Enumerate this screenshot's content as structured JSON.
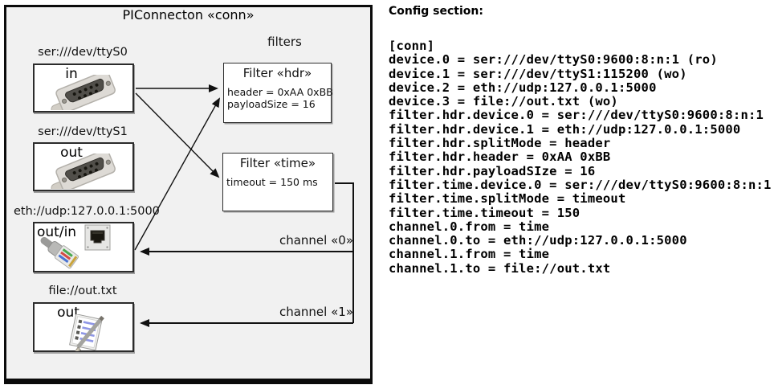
{
  "diagram": {
    "title": "PIConnecton «conn»",
    "filters_title": "filters",
    "devices": [
      {
        "label": "ser:///dev/ttyS0",
        "direction": "in",
        "icon": "serial-connector-icon"
      },
      {
        "label": "ser:///dev/ttyS1",
        "direction": "out",
        "icon": "serial-connector-icon"
      },
      {
        "label": "eth://udp:127.0.0.1:5000",
        "direction": "out/in",
        "icon": "ethernet-connector-icon"
      },
      {
        "label": "file://out.txt",
        "direction": "out",
        "icon": "notepad-file-icon"
      }
    ],
    "filters": [
      {
        "title": "Filter «hdr»",
        "attributes": [
          "header = 0xAA 0xBB",
          "payloadSize = 16"
        ]
      },
      {
        "title": "Filter «time»",
        "attributes": [
          "timeout = 150 ms"
        ]
      }
    ],
    "channels": [
      {
        "label": "channel «0»"
      },
      {
        "label": "channel «1»"
      }
    ]
  },
  "config": {
    "heading": "Config section:",
    "lines": [
      "[conn]",
      "device.0 = ser:///dev/ttyS0:9600:8:n:1 (ro)",
      "device.1 = ser:///dev/ttyS1:115200 (wo)",
      "device.2 = eth://udp:127.0.0.1:5000",
      "device.3 = file://out.txt (wo)",
      "filter.hdr.device.0 = ser:///dev/ttyS0:9600:8:n:1",
      "filter.hdr.device.1 = eth://udp:127.0.0.1:5000",
      "filter.hdr.splitMode = header",
      "filter.hdr.header = 0xAA 0xBB",
      "filter.hdr.payloadSIze = 16",
      "filter.time.device.0 = ser:///dev/ttyS0:9600:8:n:1",
      "filter.time.splitMode = timeout",
      "filter.time.timeout = 150",
      "channel.0.from = time",
      "channel.0.to = eth://udp:127.0.0.1:5000",
      "channel.1.from = time",
      "channel.1.to = file://out.txt"
    ]
  },
  "colors": {
    "diagram_bg": "#f1f1f1",
    "panel_fill": "#c9c9c9",
    "box_fill": "#ffffff",
    "line": "#111111",
    "page_bg": "#ffffff"
  }
}
